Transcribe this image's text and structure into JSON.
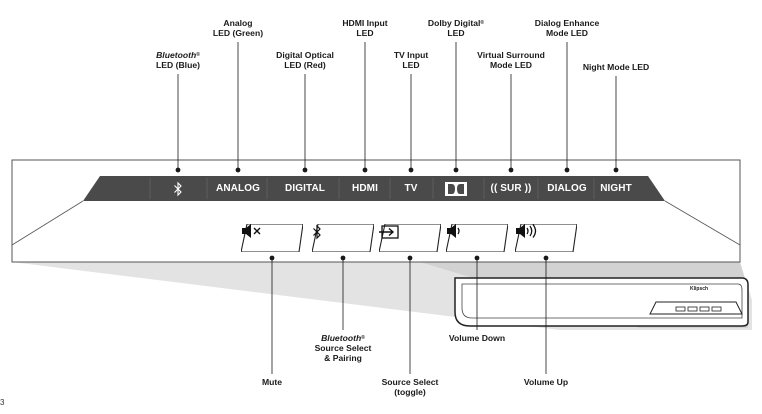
{
  "page_number": "3",
  "soundbar_brand": "Klipsch",
  "led_strip": [
    {
      "id": "bt",
      "label": "✲"
    },
    {
      "id": "analog",
      "label": "ANALOG"
    },
    {
      "id": "digital",
      "label": "DIGITAL"
    },
    {
      "id": "hdmi",
      "label": "HDMI"
    },
    {
      "id": "tv",
      "label": "TV"
    },
    {
      "id": "dolby",
      "label": ""
    },
    {
      "id": "sur",
      "label": "(( SUR ))"
    },
    {
      "id": "dialog",
      "label": "DIALOG"
    },
    {
      "id": "night",
      "label": "NIGHT"
    }
  ],
  "top_callouts": [
    {
      "id": "bt",
      "lines": [
        "Bluetooth®",
        "LED (Blue)"
      ]
    },
    {
      "id": "analog",
      "lines": [
        "Analog",
        "LED (Green)"
      ]
    },
    {
      "id": "digital",
      "lines": [
        "Digital Optical",
        "LED (Red)"
      ]
    },
    {
      "id": "hdmi",
      "lines": [
        "HDMI Input",
        "LED"
      ]
    },
    {
      "id": "tv",
      "lines": [
        "TV Input",
        "LED"
      ]
    },
    {
      "id": "dolby",
      "lines": [
        "Dolby Digital®",
        "LED"
      ]
    },
    {
      "id": "sur",
      "lines": [
        "Virtual Surround",
        "Mode LED"
      ]
    },
    {
      "id": "dialog",
      "lines": [
        "Dialog Enhance",
        "Mode LED"
      ]
    },
    {
      "id": "night",
      "lines": [
        "Night Mode LED"
      ]
    }
  ],
  "buttons": [
    {
      "id": "mute",
      "icon": "mute-icon"
    },
    {
      "id": "bt",
      "icon": "bluetooth-icon"
    },
    {
      "id": "source",
      "icon": "source-input-icon"
    },
    {
      "id": "voldown",
      "icon": "volume-down-icon"
    },
    {
      "id": "volup",
      "icon": "volume-up-icon"
    }
  ],
  "bottom_callouts": [
    {
      "id": "mute",
      "lines": [
        "Mute"
      ]
    },
    {
      "id": "bt",
      "lines": [
        "Bluetooth®",
        "Source Select",
        "& Pairing"
      ]
    },
    {
      "id": "source",
      "lines": [
        "Source Select",
        "(toggle)"
      ]
    },
    {
      "id": "voldown",
      "lines": [
        "Volume Down"
      ]
    },
    {
      "id": "volup",
      "lines": [
        "Volume Up"
      ]
    }
  ],
  "colors": {
    "strip": "#4a4a4a",
    "panel_edge": "#555555",
    "grey_area": "#cfcfcf",
    "line": "#1a1a1a"
  }
}
